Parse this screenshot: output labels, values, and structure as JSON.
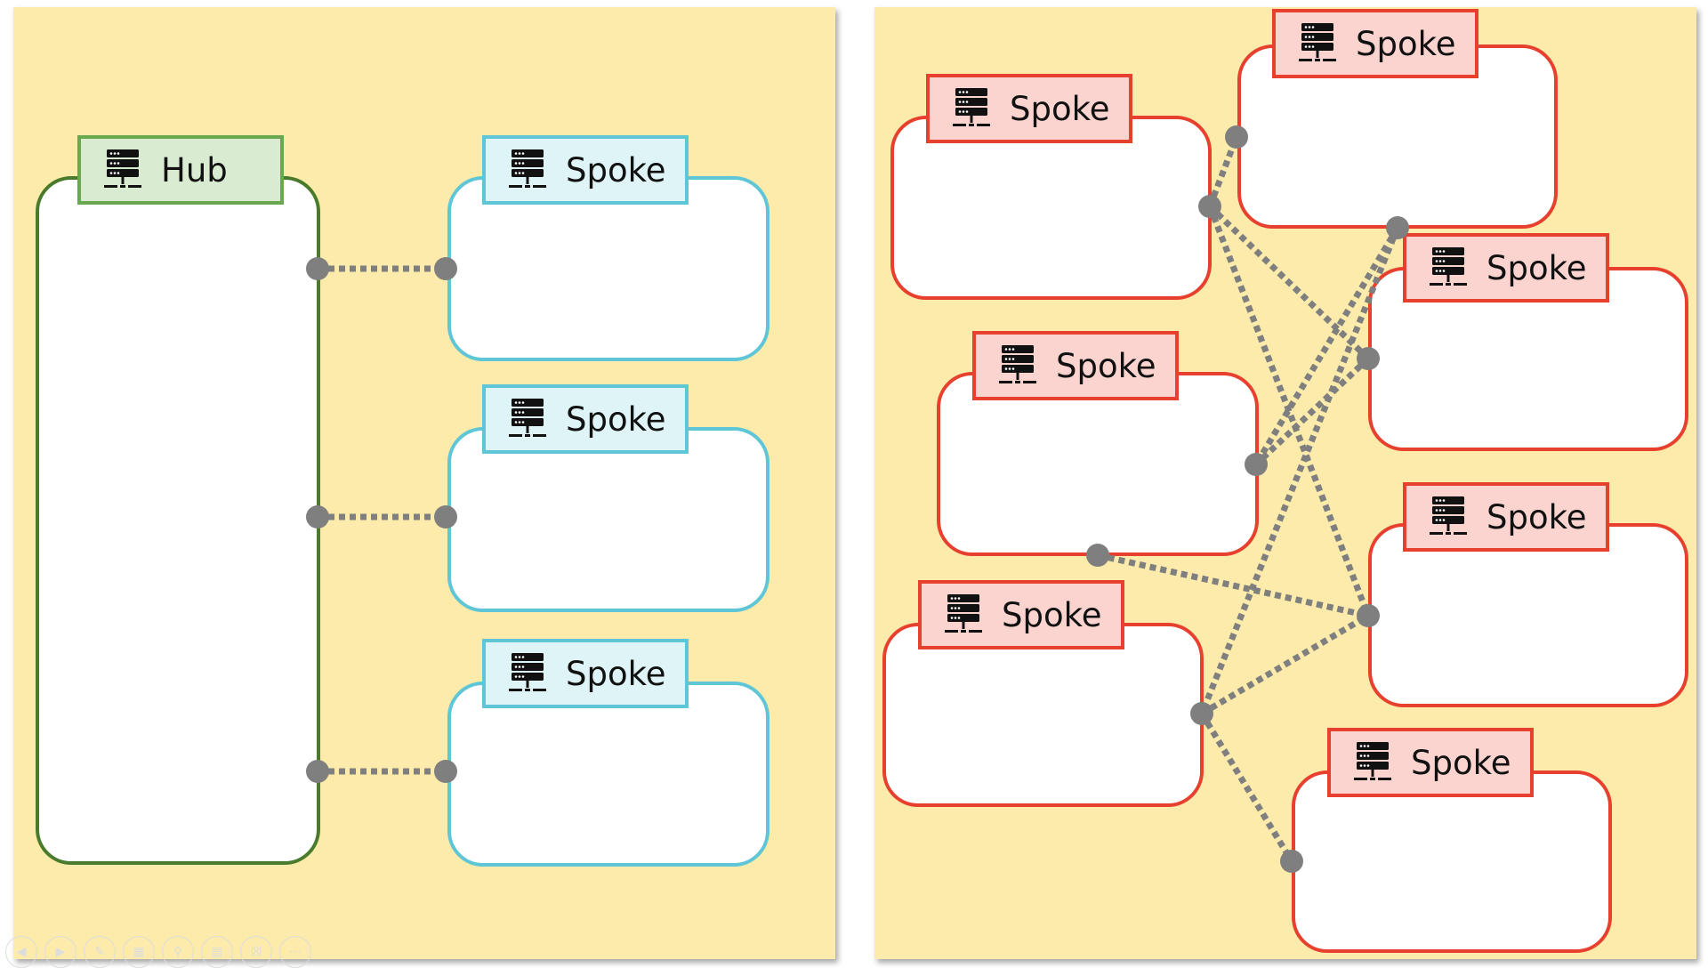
{
  "left_diagram": {
    "hub": {
      "label": "Hub",
      "icon": "server-icon"
    },
    "spokes": [
      {
        "label": "Spoke",
        "icon": "server-icon"
      },
      {
        "label": "Spoke",
        "icon": "server-icon"
      },
      {
        "label": "Spoke",
        "icon": "server-icon"
      }
    ]
  },
  "right_diagram": {
    "spokes": [
      {
        "label": "Spoke",
        "icon": "server-icon"
      },
      {
        "label": "Spoke",
        "icon": "server-icon"
      },
      {
        "label": "Spoke",
        "icon": "server-icon"
      },
      {
        "label": "Spoke",
        "icon": "server-icon"
      },
      {
        "label": "Spoke",
        "icon": "server-icon"
      },
      {
        "label": "Spoke",
        "icon": "server-icon"
      },
      {
        "label": "Spoke",
        "icon": "server-icon"
      }
    ]
  },
  "colors": {
    "background": "#fcebaa",
    "hub_border": "#4a7a2c",
    "hub_label_fill": "#d9ecd2",
    "spoke_blue_border": "#5ec6d6",
    "spoke_blue_fill": "#dff4f6",
    "spoke_red_border": "#e8402e",
    "spoke_red_fill": "#fbd4d0",
    "connector": "#7f7f7f"
  },
  "slideshow_controls": [
    "previous-icon",
    "next-icon",
    "pen-icon",
    "slides-grid-icon",
    "zoom-icon",
    "subtitles-icon",
    "camera-off-icon",
    "more-options-icon"
  ]
}
